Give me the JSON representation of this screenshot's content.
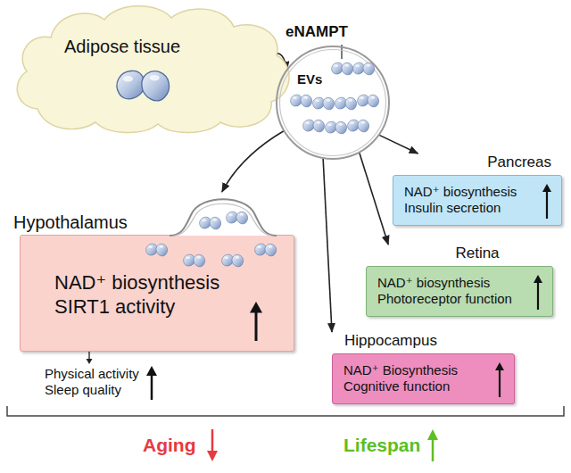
{
  "diagram": {
    "nodes": [
      {
        "text": [
          "Adipose tissue"
        ]
      },
      {
        "text": [
          "EVs"
        ]
      },
      {
        "text": [
          "Pancreas",
          "NAD⁺ biosynthesis Insulin secretion"
        ]
      },
      {
        "text": [
          "Hypothalamus",
          "NAD⁺ biosynthesis SIRT1 activity"
        ]
      },
      {
        "text": [
          "Retina",
          "NAD⁺ biosynthesis Photoreceptor function"
        ]
      },
      {
        "text": [
          "Hippocampus",
          "NAD⁺ Biosynthesis Cognitive function"
        ]
      }
    ],
    "edges": [
      {
        "from": 0,
        "to": 1,
        "arrow": "to"
      },
      {
        "from": 1,
        "to": 3,
        "arrow": "to"
      },
      {
        "from": 1,
        "to": 2,
        "arrow": "to"
      },
      {
        "from": 1,
        "to": 4,
        "arrow": "to"
      },
      {
        "from": 1,
        "to": 5,
        "arrow": "to"
      }
    ],
    "labels": [
      "eNAMPT",
      "Physical activity Sleep quality",
      "Aging",
      "Lifespan"
    ]
  }
}
